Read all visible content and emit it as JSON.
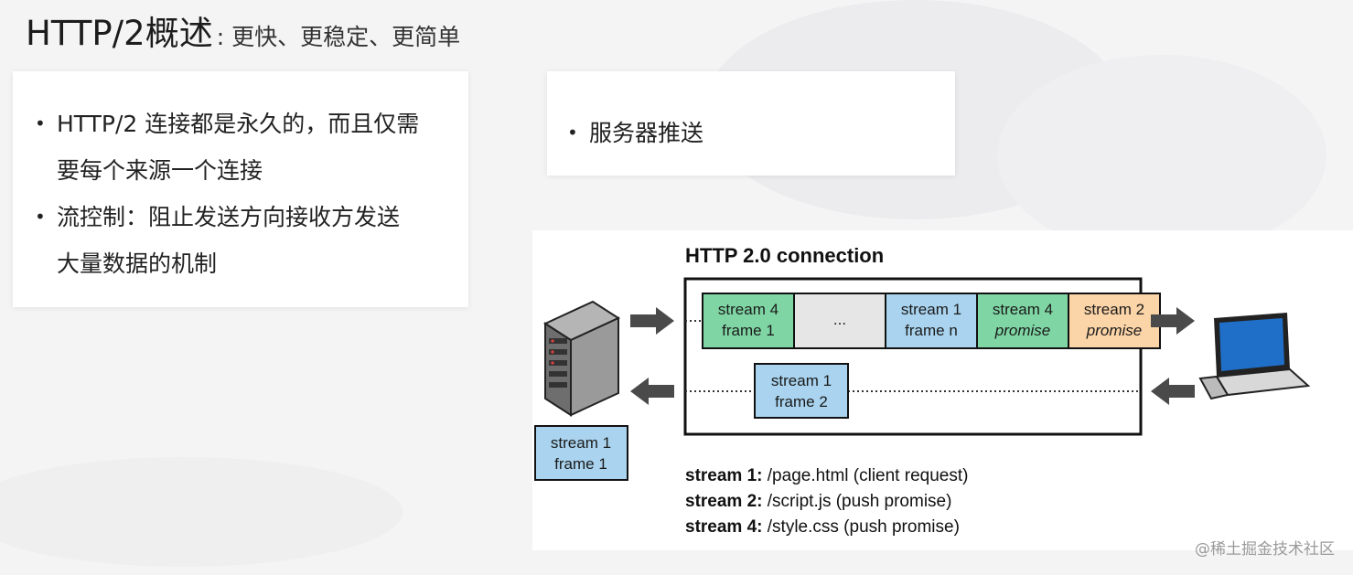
{
  "title": {
    "main": "HTTP/2概述",
    "sub": ": 更快、更稳定、更简单"
  },
  "left_card": {
    "bullets": [
      {
        "line1": "HTTP/2 连接都是永久的，而且仅需",
        "line2": "要每个来源一个连接"
      },
      {
        "line1": "流控制：阻止发送方向接收方发送",
        "line2": "大量数据的机制"
      }
    ]
  },
  "right_card": {
    "bullets": [
      "服务器推送"
    ]
  },
  "diagram": {
    "title": "HTTP 2.0 connection",
    "colors": {
      "green": "#7fd6a4",
      "gray": "#e6e6e6",
      "blue": "#a9d3ee",
      "orange": "#fbd4a8",
      "arrow": "#4a4a4a",
      "border": "#111111"
    },
    "top_frames": [
      {
        "line1": "stream 4",
        "line2": "frame 1",
        "color": "green",
        "italic": false
      },
      {
        "line1": "...",
        "line2": "",
        "color": "gray",
        "italic": false
      },
      {
        "line1": "stream 1",
        "line2": "frame n",
        "color": "blue",
        "italic": false
      },
      {
        "line1": "stream 4",
        "line2": "promise",
        "color": "green",
        "italic": true
      },
      {
        "line1": "stream 2",
        "line2": "promise",
        "color": "orange",
        "italic": true
      }
    ],
    "bottom_frame": {
      "line1": "stream 1",
      "line2": "frame 2"
    },
    "outside_frame": {
      "line1": "stream 1",
      "line2": "frame 1"
    },
    "legend": [
      {
        "label": "stream 1:",
        "text": " /page.html  (client request)"
      },
      {
        "label": "stream 2:",
        "text": " /script.js  (push promise)"
      },
      {
        "label": "stream 4:",
        "text": " /style.css  (push promise)"
      }
    ],
    "icons": {
      "server": "server-icon",
      "laptop": "laptop-icon"
    }
  },
  "credit": "@稀土掘金技术社区"
}
